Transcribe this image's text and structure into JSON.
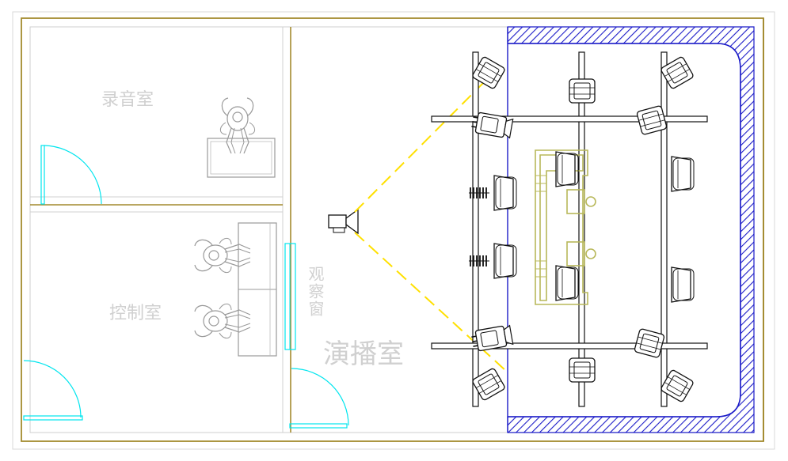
{
  "rooms": {
    "recording_room": "录音室",
    "control_room": "控制室",
    "studio": "演播室",
    "observation_window": "观察窗"
  },
  "colors": {
    "wall": "#a38a2e",
    "wall_light": "#c8c8c8",
    "door": "#00e5ee",
    "window": "#00e5ee",
    "stage_hatch": "#1c1cc8",
    "grid": "#111111",
    "projection": "#ffe000",
    "desk_set": "#b8b85a",
    "furniture": "#9a9a9a"
  },
  "icons": [
    "projector-icon",
    "spotlight-icon",
    "tv-camera-icon",
    "seated-person-icon",
    "door-swing-icon"
  ]
}
